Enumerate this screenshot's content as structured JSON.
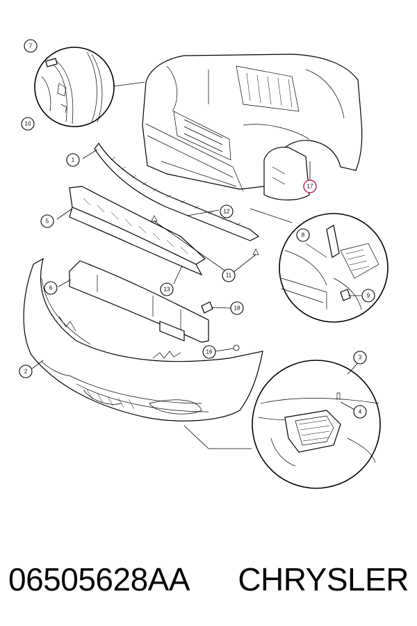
{
  "diagram": {
    "callouts": [
      "7",
      "10",
      "1",
      "5",
      "12",
      "11",
      "13",
      "6",
      "18",
      "16",
      "2",
      "17",
      "8",
      "9",
      "3",
      "4"
    ],
    "highlight_color": "#c2185b"
  },
  "footer": {
    "part_number": "06505628AA",
    "brand": "CHRYSLER"
  }
}
